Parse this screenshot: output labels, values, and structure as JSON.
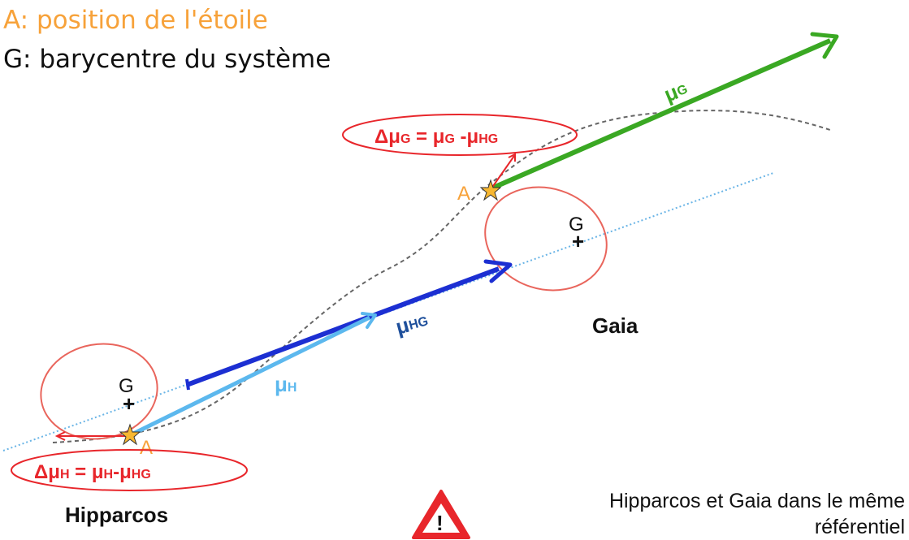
{
  "legend": {
    "a_line": "A: position de l'étoile",
    "g_line": "G: barycentre du système",
    "a_color": "#f7a23a",
    "g_color": "#111111"
  },
  "labels": {
    "mu_g": "μ",
    "mu_g_sub": "G",
    "mu_hg": "μ",
    "mu_hg_sub": "HG",
    "mu_h": "μ",
    "mu_h_sub": "H",
    "star_a": "A",
    "bary_g": "G",
    "gaia": "Gaia",
    "hipparcos": "Hipparcos"
  },
  "equations": {
    "gaia": {
      "delta": "Δμ",
      "sub": "G",
      "eq": " = μ",
      "sub2": "G",
      "minus": " -μ",
      "sub3": "HG"
    },
    "hipparcos": {
      "delta": "Δμ",
      "sub": "H",
      "eq": " = μ",
      "sub2": "H",
      "minus": "-μ",
      "sub3": "HG"
    }
  },
  "note": {
    "line1": "Hipparcos et Gaia dans le même",
    "line2": "référentiel",
    "warning_glyph": "!"
  },
  "colors": {
    "green": "#3aa823",
    "dark_blue": "#1c2fd2",
    "light_blue": "#5cb8ee",
    "red": "#e8262b",
    "ellipse": "#e9655c",
    "star": "#f7b731",
    "dashed": "#666666",
    "dotted": "#69b4e6"
  }
}
